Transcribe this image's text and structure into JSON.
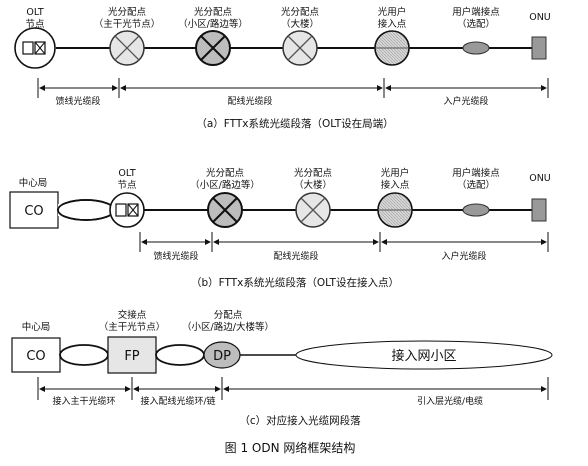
{
  "panel_a": {
    "labels": {
      "olt": "OLT",
      "olt_sub": "节点",
      "s1": "光分配点",
      "s1_sub": "（主干光节点）",
      "s2": "光分配点",
      "s2_sub": "（小区/路边等）",
      "s3": "光分配点",
      "s3_sub": "（大楼）",
      "user": "光用户",
      "user_sub": "接入点",
      "ue": "用户端接点",
      "ue_sub": "（选配）",
      "onu": "ONU"
    },
    "segments": [
      "馈线光缆段",
      "配线光缆段",
      "入户光缆段"
    ],
    "caption": "（a）FTTx系统光缆段落（OLT设在局端）"
  },
  "panel_b": {
    "labels": {
      "co_title": "中心局",
      "co": "CO",
      "olt": "OLT",
      "olt_sub": "节点",
      "s1": "光分配点",
      "s1_sub": "（小区/路边等）",
      "s2": "光分配点",
      "s2_sub": "（大楼）",
      "user": "光用户",
      "user_sub": "接入点",
      "ue": "用户端接点",
      "ue_sub": "（选配）",
      "onu": "ONU"
    },
    "segments": [
      "馈线光缆段",
      "配线光缆段",
      "入户光缆段"
    ],
    "caption": "（b）FTTx系统光缆段落（OLT设在接入点）"
  },
  "panel_c": {
    "labels": {
      "co_title": "中心局",
      "co": "CO",
      "fp_title": "交接点",
      "fp_sub": "（主干光节点）",
      "fp": "FP",
      "dp_title": "分配点",
      "dp_sub": "（小区/路边/大楼等）",
      "dp": "DP",
      "area": "接入网小区"
    },
    "segments": [
      "接入主干光缆环",
      "接入配线光缆环/链",
      "引入层光缆/电缆"
    ],
    "caption": "（c）对应接入光缆网段落"
  },
  "figure_caption": "图 1    ODN 网络框架结构"
}
